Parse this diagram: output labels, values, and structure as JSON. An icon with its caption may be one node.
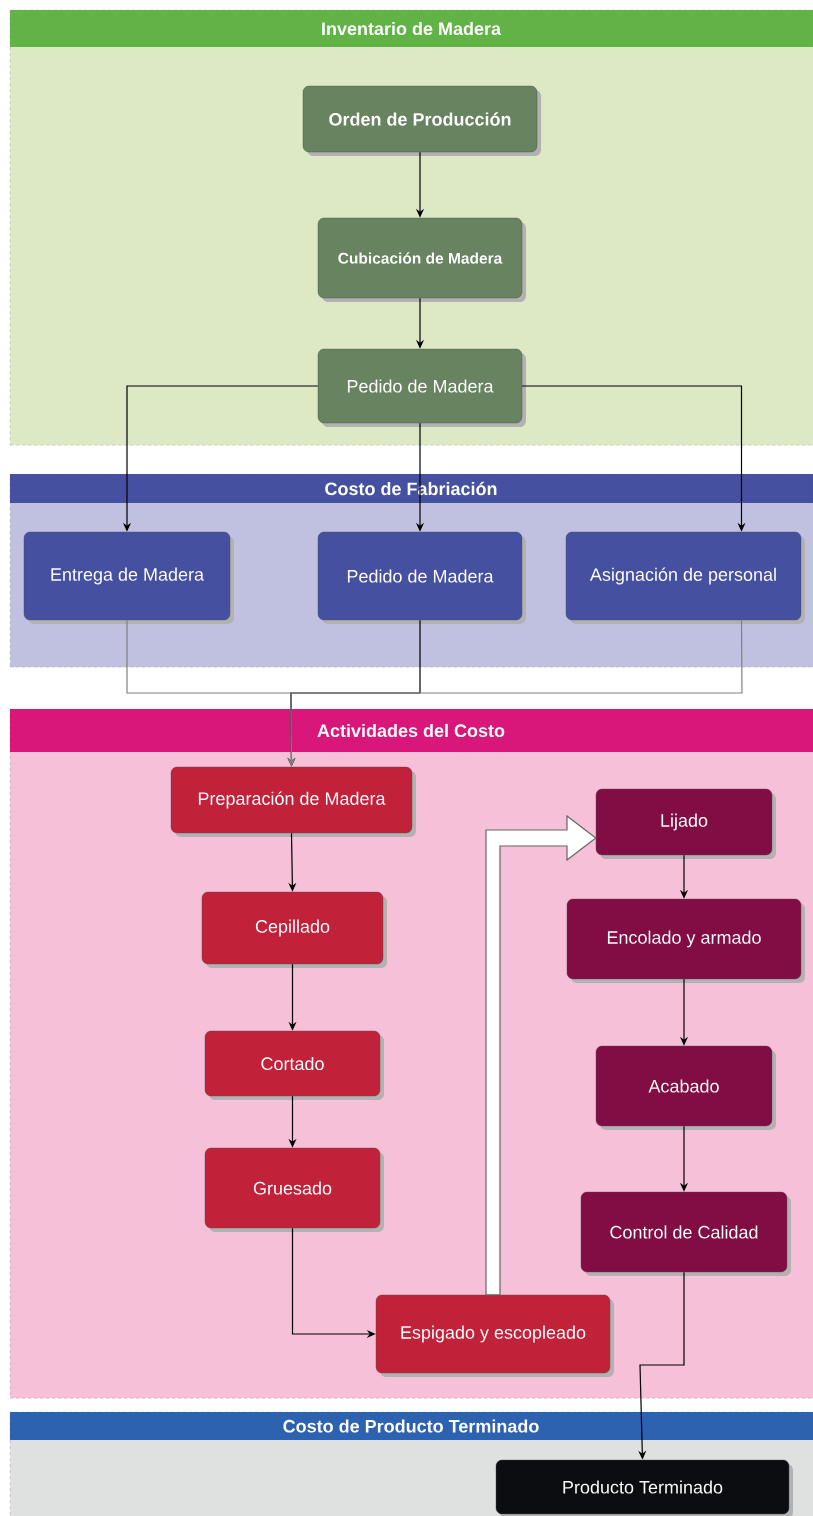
{
  "diagram": {
    "nodes": [
      {
        "text": [
          "Inventario de Madera"
        ]
      },
      {
        "text": [
          "Orden de Producción"
        ],
        "in": 0
      },
      {
        "text": [
          "Cubicación de Madera"
        ],
        "in": 0
      },
      {
        "text": [
          "Pedido de Madera"
        ],
        "in": 0
      },
      {
        "text": [
          "Costo de Fabriación"
        ]
      },
      {
        "text": [
          "Entrega de Madera"
        ],
        "in": 4
      },
      {
        "text": [
          "Pedido de Madera"
        ],
        "in": 4
      },
      {
        "text": [
          "Asignación de personal"
        ],
        "in": 4
      },
      {
        "text": [
          "Actividades del Costo"
        ]
      },
      {
        "text": [
          "Preparación de Madera"
        ],
        "in": 8
      },
      {
        "text": [
          "Cepillado"
        ],
        "in": 8
      },
      {
        "text": [
          "Cortado"
        ],
        "in": 8
      },
      {
        "text": [
          "Gruesado"
        ],
        "in": 8
      },
      {
        "text": [
          "Espigado y escopleado"
        ],
        "in": 8
      },
      {
        "text": [
          "Lijado"
        ],
        "in": 8
      },
      {
        "text": [
          "Encolado y armado"
        ],
        "in": 8
      },
      {
        "text": [
          "Acabado"
        ],
        "in": 8
      },
      {
        "text": [
          "Control de Calidad"
        ],
        "in": 8
      },
      {
        "text": [
          "Costo de Producto Terminado"
        ]
      },
      {
        "text": [
          "Producto Terminado"
        ],
        "in": 18
      }
    ],
    "edges": [
      {
        "from": 1,
        "to": 2,
        "arrow": "to"
      },
      {
        "from": 2,
        "to": 3,
        "arrow": "to"
      },
      {
        "from": 3,
        "to": 5,
        "arrow": "to"
      },
      {
        "from": 3,
        "to": 6,
        "arrow": "to"
      },
      {
        "from": 3,
        "to": 7,
        "arrow": "to"
      },
      {
        "from": 5,
        "to": 9,
        "arrow": "to",
        "color": "#808080"
      },
      {
        "from": 6,
        "to": 9,
        "arrow": "to"
      },
      {
        "from": 7,
        "to": 9,
        "arrow": "to",
        "color": "#808080"
      },
      {
        "from": 9,
        "to": 10,
        "arrow": "to"
      },
      {
        "from": 10,
        "to": 11,
        "arrow": "to"
      },
      {
        "from": 11,
        "to": 12,
        "arrow": "to"
      },
      {
        "from": 12,
        "to": 13,
        "arrow": "to"
      },
      {
        "from": 13,
        "to": 14,
        "arrow": "to",
        "style": "thick"
      },
      {
        "from": 14,
        "to": 15,
        "arrow": "to"
      },
      {
        "from": 15,
        "to": 16,
        "arrow": "to"
      },
      {
        "from": 16,
        "to": 17,
        "arrow": "to"
      },
      {
        "from": 17,
        "to": 19,
        "arrow": "to"
      }
    ]
  }
}
